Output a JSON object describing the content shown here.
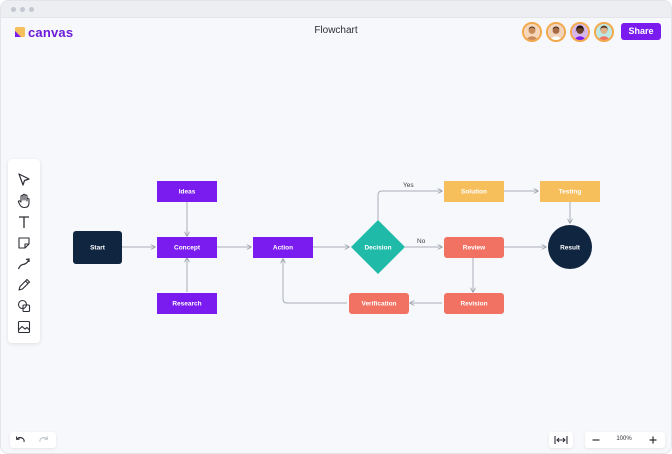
{
  "app": {
    "logo_text": "canvas",
    "doc_title": "Flowchart",
    "share_label": "Share",
    "brand_color": "#7a1cf0"
  },
  "collaborators": [
    {
      "name": "avatar-1",
      "skin": "#c98a5a",
      "bg": "#f5d6b8"
    },
    {
      "name": "avatar-2",
      "skin": "#a86a44",
      "bg": "#f1d3bc"
    },
    {
      "name": "avatar-3",
      "skin": "#6b3f2a",
      "bg": "#d7b7e8"
    },
    {
      "name": "avatar-4",
      "skin": "#e0b08a",
      "bg": "#bde7e2"
    }
  ],
  "tools": [
    "select-icon",
    "hand-icon",
    "text-icon",
    "sticky-note-icon",
    "connector-icon",
    "pen-icon",
    "shapes-icon",
    "image-icon"
  ],
  "nodes": {
    "start": "Start",
    "ideas": "Ideas",
    "concept": "Concept",
    "research": "Research",
    "action": "Action",
    "decision": "Decision",
    "solution": "Solution",
    "testing": "Testing",
    "review": "Review",
    "revision": "Revision",
    "verification": "Verification",
    "result": "Result"
  },
  "edge_labels": {
    "yes": "Yes",
    "no": "No"
  },
  "colors": {
    "dark": "#0f2540",
    "purple": "#7a1cf0",
    "teal": "#20bba8",
    "orange": "#f7be5c",
    "coral": "#f17263"
  },
  "bottom": {
    "zoom_level": "100%",
    "undo_icon": "undo-icon",
    "redo_icon": "redo-icon",
    "fit_icon": "fit-width-icon",
    "zoom_out_icon": "minus-icon",
    "zoom_in_icon": "plus-icon"
  }
}
